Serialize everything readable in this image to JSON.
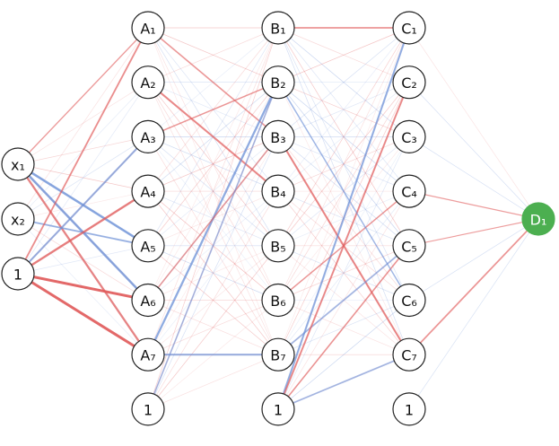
{
  "colors": {
    "node_fill": "#ffffff",
    "node_stroke": "#222222",
    "output_fill": "#4caf50",
    "positive_edge": "#e05a5a",
    "negative_edge": "#6b8fd6"
  },
  "layers": [
    {
      "id": "input",
      "nodes": [
        {
          "id": "x1",
          "label": "x₁"
        },
        {
          "id": "x2",
          "label": "x₂"
        },
        {
          "id": "bias0",
          "label": "1"
        }
      ]
    },
    {
      "id": "A",
      "nodes": [
        {
          "id": "A1",
          "label": "A₁"
        },
        {
          "id": "A2",
          "label": "A₂"
        },
        {
          "id": "A3",
          "label": "A₃"
        },
        {
          "id": "A4",
          "label": "A₄"
        },
        {
          "id": "A5",
          "label": "A₅"
        },
        {
          "id": "A6",
          "label": "A₆"
        },
        {
          "id": "A7",
          "label": "A₇"
        },
        {
          "id": "biasA",
          "label": "1"
        }
      ]
    },
    {
      "id": "B",
      "nodes": [
        {
          "id": "B1",
          "label": "B₁"
        },
        {
          "id": "B2",
          "label": "B₂"
        },
        {
          "id": "B3",
          "label": "B₃"
        },
        {
          "id": "B4",
          "label": "B₄"
        },
        {
          "id": "B5",
          "label": "B₅"
        },
        {
          "id": "B6",
          "label": "B₆"
        },
        {
          "id": "B7",
          "label": "B₇"
        },
        {
          "id": "biasB",
          "label": "1"
        }
      ]
    },
    {
      "id": "C",
      "nodes": [
        {
          "id": "C1",
          "label": "C₁"
        },
        {
          "id": "C2",
          "label": "C₂"
        },
        {
          "id": "C3",
          "label": "C₃"
        },
        {
          "id": "C4",
          "label": "C₄"
        },
        {
          "id": "C5",
          "label": "C₅"
        },
        {
          "id": "C6",
          "label": "C₆"
        },
        {
          "id": "C7",
          "label": "C₇"
        },
        {
          "id": "biasC",
          "label": "1"
        }
      ]
    },
    {
      "id": "D",
      "nodes": [
        {
          "id": "D1",
          "label": "D₁",
          "output": true
        }
      ]
    }
  ],
  "strong_edges": [
    {
      "from": "x1",
      "to": "A5",
      "sign": "negative",
      "strength": 0.8
    },
    {
      "from": "x1",
      "to": "A6",
      "sign": "negative",
      "strength": 0.8
    },
    {
      "from": "x1",
      "to": "A7",
      "sign": "positive",
      "strength": 0.7
    },
    {
      "from": "x1",
      "to": "A1",
      "sign": "positive",
      "strength": 0.3
    },
    {
      "from": "x2",
      "to": "A5",
      "sign": "negative",
      "strength": 0.5
    },
    {
      "from": "bias0",
      "to": "A1",
      "sign": "positive",
      "strength": 0.5
    },
    {
      "from": "bias0",
      "to": "A3",
      "sign": "negative",
      "strength": 0.6
    },
    {
      "from": "bias0",
      "to": "A4",
      "sign": "positive",
      "strength": 0.75
    },
    {
      "from": "bias0",
      "to": "A6",
      "sign": "positive",
      "strength": 1.0
    },
    {
      "from": "bias0",
      "to": "A7",
      "sign": "positive",
      "strength": 1.0
    },
    {
      "from": "A2",
      "to": "B4",
      "sign": "positive",
      "strength": 0.6
    },
    {
      "from": "A1",
      "to": "B3",
      "sign": "positive",
      "strength": 0.4
    },
    {
      "from": "A7",
      "to": "B2",
      "sign": "negative",
      "strength": 0.7
    },
    {
      "from": "A6",
      "to": "B3",
      "sign": "positive",
      "strength": 0.4
    },
    {
      "from": "A7",
      "to": "B7",
      "sign": "negative",
      "strength": 0.6
    },
    {
      "from": "biasA",
      "to": "B2",
      "sign": "negative",
      "strength": 0.4
    },
    {
      "from": "A3",
      "to": "B2",
      "sign": "positive",
      "strength": 0.35
    },
    {
      "from": "B1",
      "to": "C1",
      "sign": "positive",
      "strength": 0.45
    },
    {
      "from": "B3",
      "to": "C7",
      "sign": "positive",
      "strength": 0.6
    },
    {
      "from": "B7",
      "to": "C5",
      "sign": "negative",
      "strength": 0.45
    },
    {
      "from": "biasB",
      "to": "C1",
      "sign": "negative",
      "strength": 0.6
    },
    {
      "from": "biasB",
      "to": "C2",
      "sign": "positive",
      "strength": 0.55
    },
    {
      "from": "biasB",
      "to": "C5",
      "sign": "positive",
      "strength": 0.4
    },
    {
      "from": "biasB",
      "to": "C7",
      "sign": "negative",
      "strength": 0.45
    },
    {
      "from": "B6",
      "to": "C4",
      "sign": "positive",
      "strength": 0.35
    },
    {
      "from": "B2",
      "to": "C6",
      "sign": "negative",
      "strength": 0.35
    },
    {
      "from": "C7",
      "to": "D1",
      "sign": "positive",
      "strength": 0.45
    },
    {
      "from": "C4",
      "to": "D1",
      "sign": "positive",
      "strength": 0.25
    },
    {
      "from": "C5",
      "to": "D1",
      "sign": "positive",
      "strength": 0.2
    }
  ]
}
